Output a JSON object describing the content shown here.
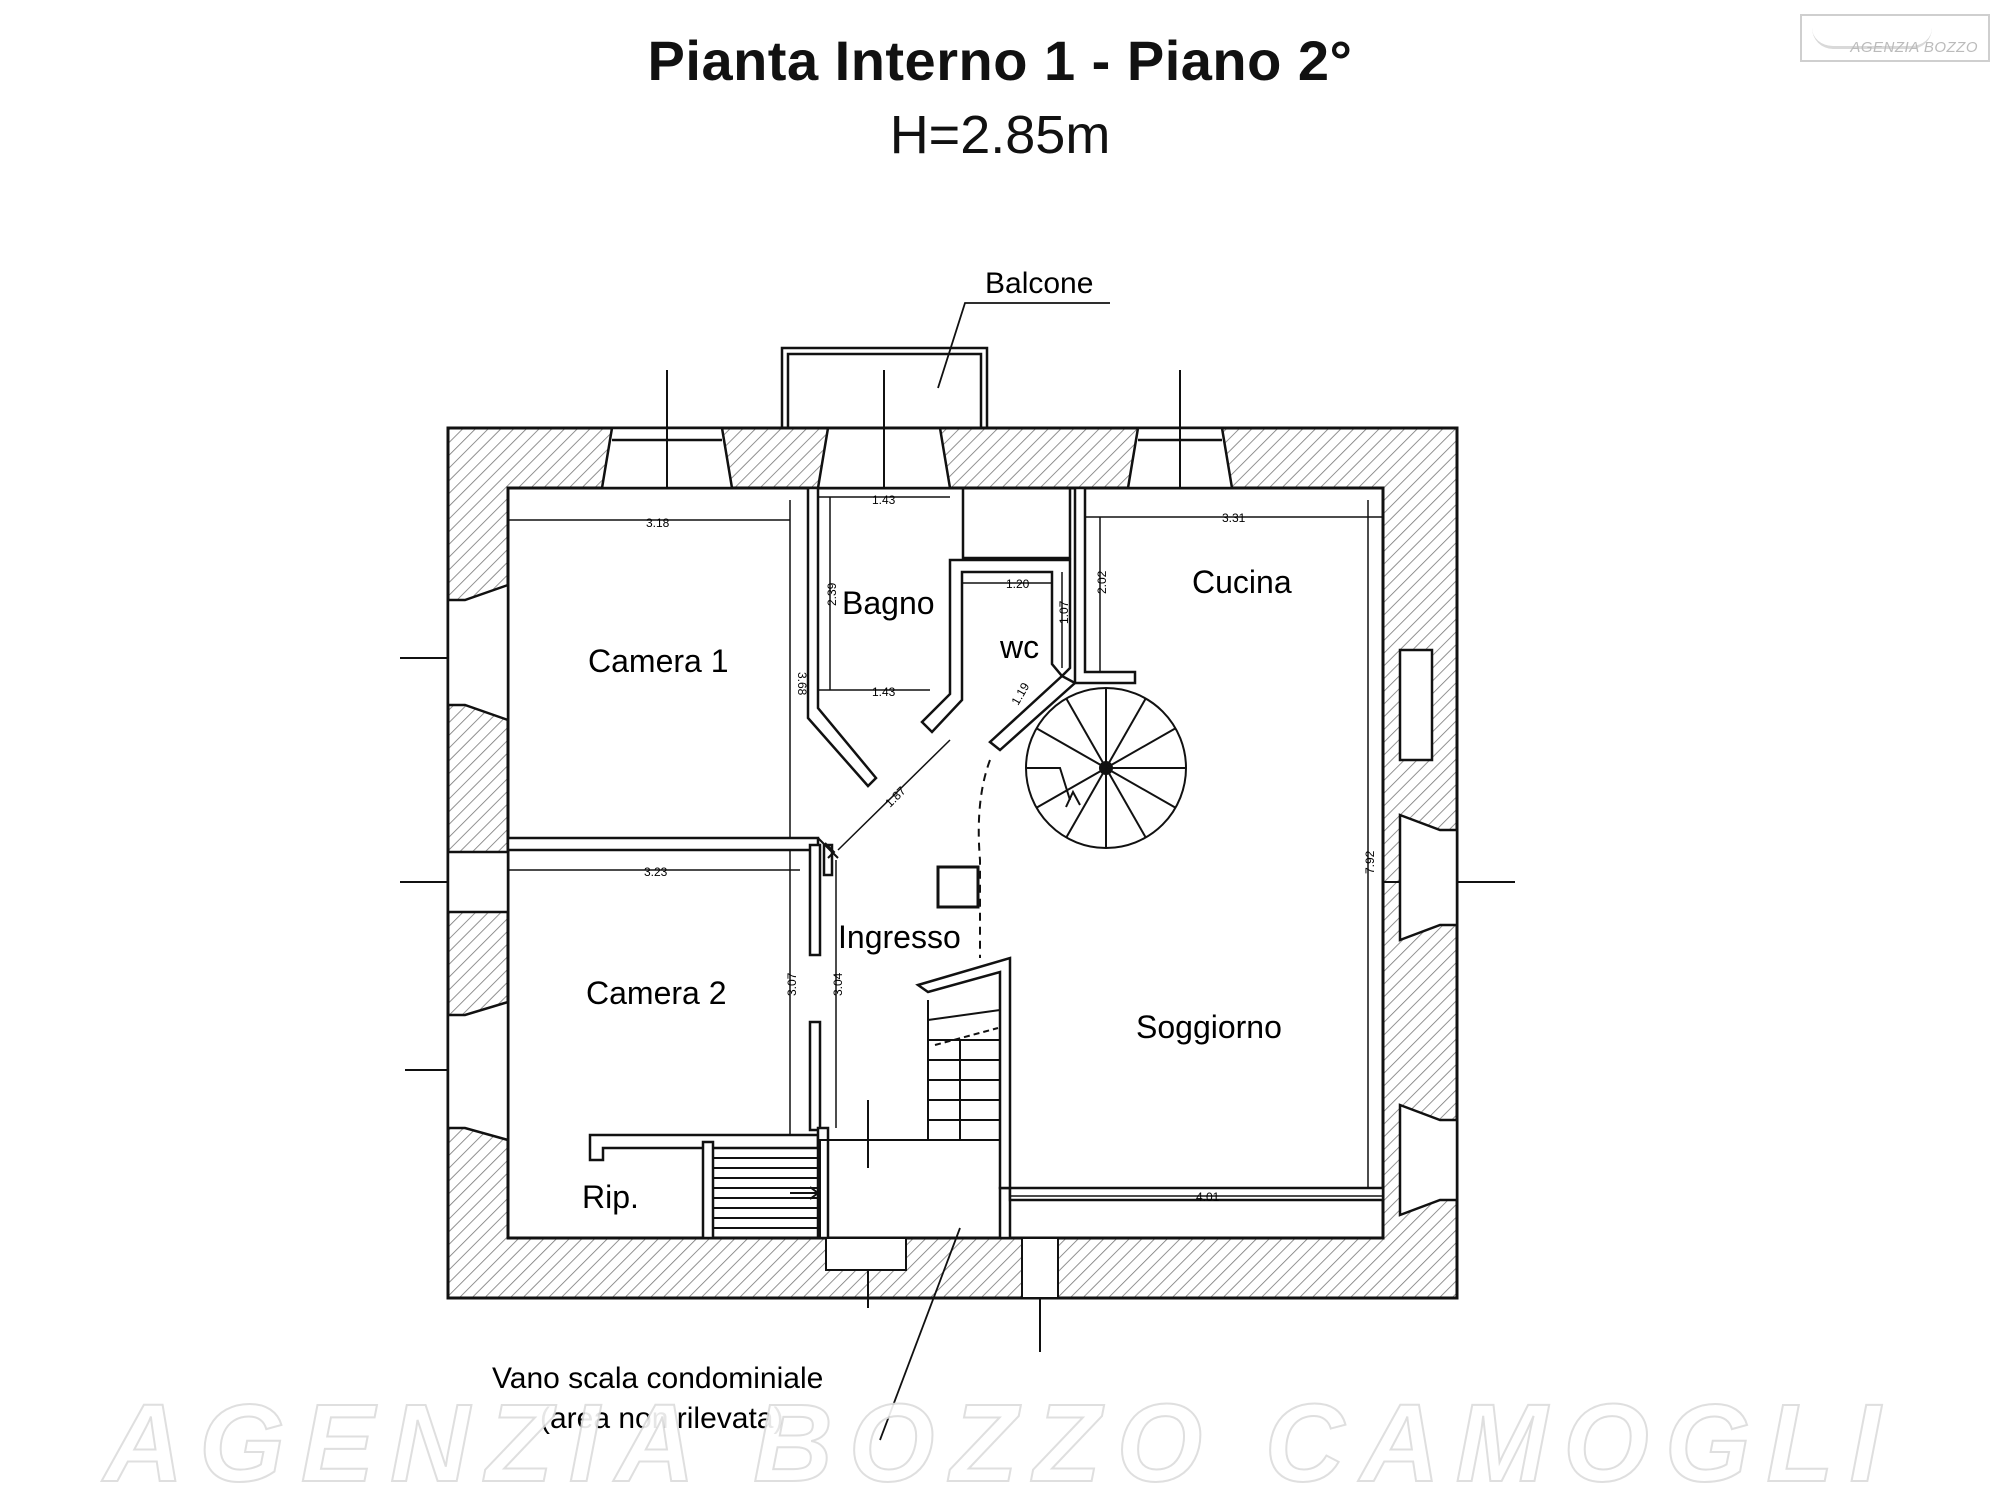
{
  "header": {
    "title": "Pianta Interno 1 - Piano 2°",
    "subtitle": "H=2.85m"
  },
  "logo": {
    "text": "AGENZIA BOZZO"
  },
  "rooms": {
    "camera1": "Camera 1",
    "camera2": "Camera 2",
    "bagno": "Bagno",
    "wc": "wc",
    "cucina": "Cucina",
    "soggiorno": "Soggiorno",
    "ingresso": "Ingresso",
    "rip": "Rip."
  },
  "labels": {
    "balcone": "Balcone",
    "vano_line1": "Vano scala condominiale",
    "vano_line2": "(area non rilevata)"
  },
  "dimensions": {
    "camera1_width": "3.18",
    "camera1_depth": "3.68",
    "bagno_width_top": "1.43",
    "bagno_width_bottom": "1.43",
    "bagno_depth": "2.39",
    "wc_width": "1.20",
    "wc_depth": "1.07",
    "wc_door": "1.19",
    "corridor": "1.87",
    "camera2_width": "3.23",
    "camera2_depth": "3.07",
    "ingresso_depth": "3.04",
    "cucina_width": "3.31",
    "cucina_depth": "2.02",
    "soggiorno_depth": "7.92",
    "soggiorno_width": "4.01"
  },
  "watermark": "AGENZIA BOZZO CAMOGLI"
}
